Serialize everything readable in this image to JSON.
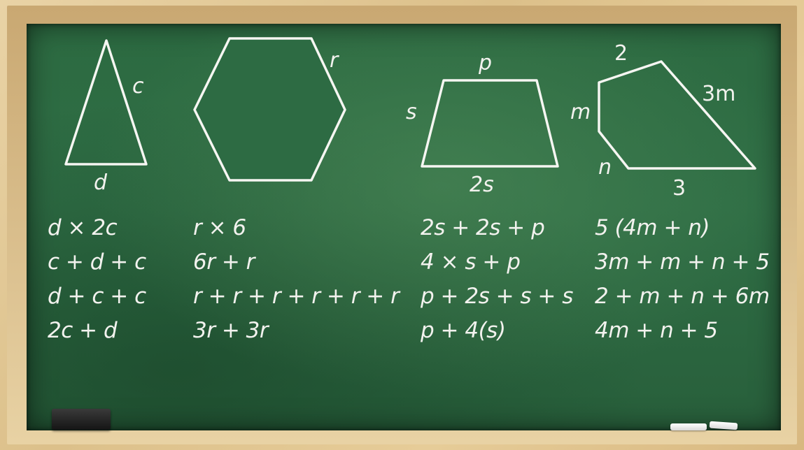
{
  "shapes": {
    "triangle": {
      "side_label": "c",
      "base_label": "d"
    },
    "hexagon": {
      "side_label": "r"
    },
    "trapezoid": {
      "top_label": "p",
      "left_label": "s",
      "bottom_label": "2s"
    },
    "pentagon": {
      "top_label": "2",
      "right_label": "3m",
      "left_label": "m",
      "lower_left_label": "n",
      "bottom_label": "3"
    }
  },
  "expressions": {
    "triangle": [
      "d × 2c",
      "c  + d + c",
      "d + c + c",
      "2c + d"
    ],
    "hexagon": [
      "r × 6",
      "6r + r",
      "r + r + r + r + r + r",
      "3r + 3r"
    ],
    "trapezoid": [
      "2s + 2s + p",
      "4 × s + p",
      "p + 2s + s + s",
      "p + 4(s)"
    ],
    "pentagon": [
      "5 (4m + n)",
      "3m + m + n + 5",
      "2 + m + n + 6m",
      "4m + n + 5"
    ]
  },
  "colors": {
    "board": "#2c6a41",
    "chalk": "#f2f2ee",
    "frame": "#e2c896"
  }
}
